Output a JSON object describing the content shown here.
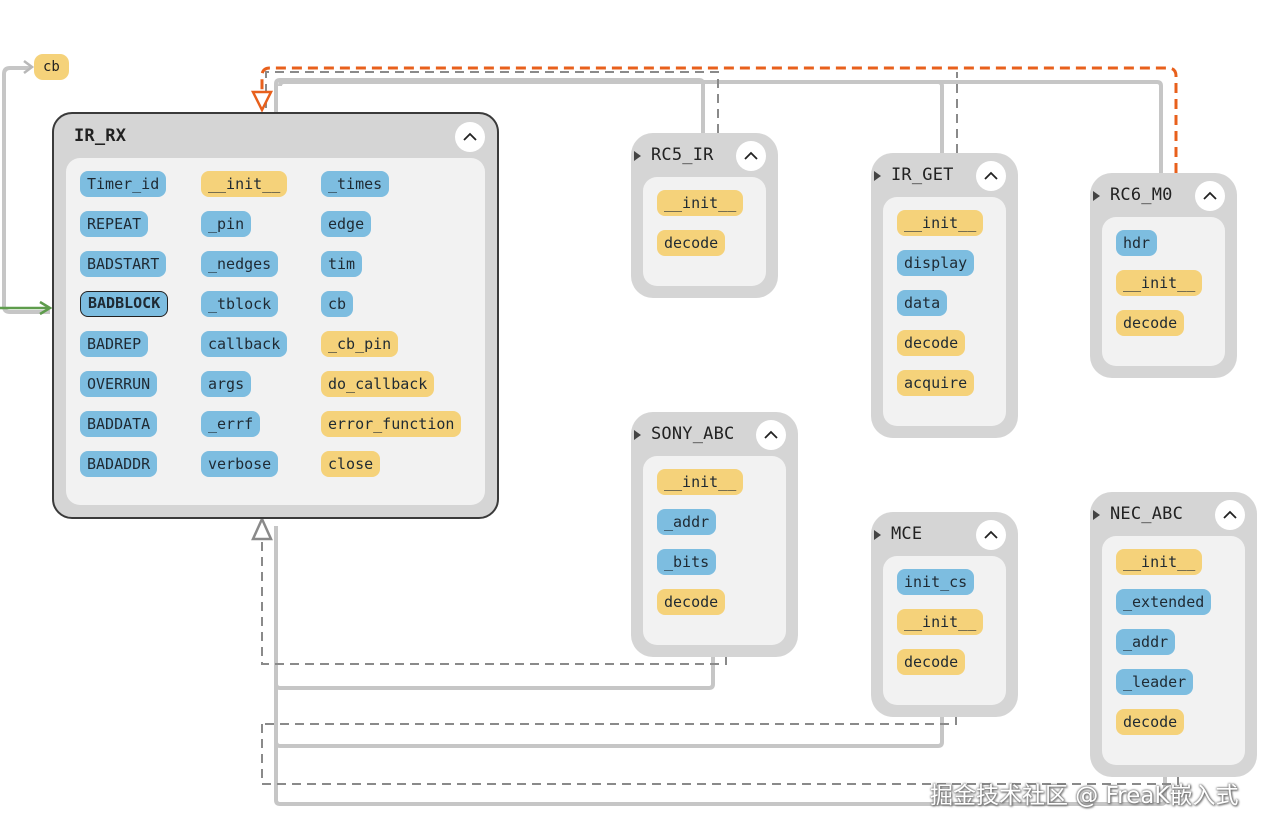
{
  "classes": [
    {
      "id": "ir_rx",
      "title": "IR_RX",
      "collapse_icon": "chevron-up-icon",
      "columns": [
        [
          {
            "label": "Timer_id",
            "kind": "attr"
          },
          {
            "label": "REPEAT",
            "kind": "attr"
          },
          {
            "label": "BADSTART",
            "kind": "attr"
          },
          {
            "label": "BADBLOCK",
            "kind": "attr",
            "selected": true
          },
          {
            "label": "BADREP",
            "kind": "attr"
          },
          {
            "label": "OVERRUN",
            "kind": "attr"
          },
          {
            "label": "BADDATA",
            "kind": "attr"
          },
          {
            "label": "BADADDR",
            "kind": "attr"
          }
        ],
        [
          {
            "label": "__init__",
            "kind": "meth"
          },
          {
            "label": "_pin",
            "kind": "attr"
          },
          {
            "label": "_nedges",
            "kind": "attr"
          },
          {
            "label": "_tblock",
            "kind": "attr"
          },
          {
            "label": "callback",
            "kind": "attr"
          },
          {
            "label": "args",
            "kind": "attr"
          },
          {
            "label": "_errf",
            "kind": "attr"
          },
          {
            "label": "verbose",
            "kind": "attr"
          }
        ],
        [
          {
            "label": "_times",
            "kind": "attr"
          },
          {
            "label": "edge",
            "kind": "attr"
          },
          {
            "label": "tim",
            "kind": "attr"
          },
          {
            "label": "cb",
            "kind": "attr"
          },
          {
            "label": "_cb_pin",
            "kind": "meth"
          },
          {
            "label": "do_callback",
            "kind": "meth"
          },
          {
            "label": "error_function",
            "kind": "meth"
          },
          {
            "label": "close",
            "kind": "meth"
          }
        ]
      ]
    },
    {
      "id": "rc5_ir",
      "title": "RC5_IR",
      "collapse_icon": "chevron-up-icon",
      "members": [
        {
          "label": "__init__",
          "kind": "meth"
        },
        {
          "label": "decode",
          "kind": "meth"
        }
      ]
    },
    {
      "id": "ir_get",
      "title": "IR_GET",
      "collapse_icon": "chevron-up-icon",
      "members": [
        {
          "label": "__init__",
          "kind": "meth"
        },
        {
          "label": "display",
          "kind": "attr"
        },
        {
          "label": "data",
          "kind": "attr"
        },
        {
          "label": "decode",
          "kind": "meth"
        },
        {
          "label": "acquire",
          "kind": "meth"
        }
      ]
    },
    {
      "id": "rc6_m0",
      "title": "RC6_M0",
      "collapse_icon": "chevron-up-icon",
      "members": [
        {
          "label": "hdr",
          "kind": "attr"
        },
        {
          "label": "__init__",
          "kind": "meth"
        },
        {
          "label": "decode",
          "kind": "meth"
        }
      ]
    },
    {
      "id": "sony_abc",
      "title": "SONY_ABC",
      "collapse_icon": "chevron-up-icon",
      "members": [
        {
          "label": "__init__",
          "kind": "meth"
        },
        {
          "label": "_addr",
          "kind": "attr"
        },
        {
          "label": "_bits",
          "kind": "attr"
        },
        {
          "label": "decode",
          "kind": "meth"
        }
      ]
    },
    {
      "id": "mce",
      "title": "MCE",
      "collapse_icon": "chevron-up-icon",
      "members": [
        {
          "label": "init_cs",
          "kind": "attr"
        },
        {
          "label": "__init__",
          "kind": "meth"
        },
        {
          "label": "decode",
          "kind": "meth"
        }
      ]
    },
    {
      "id": "nec_abc",
      "title": "NEC_ABC",
      "collapse_icon": "chevron-up-icon",
      "members": [
        {
          "label": "__init__",
          "kind": "meth"
        },
        {
          "label": "_extended",
          "kind": "attr"
        },
        {
          "label": "_addr",
          "kind": "attr"
        },
        {
          "label": "_leader",
          "kind": "attr"
        },
        {
          "label": "decode",
          "kind": "meth"
        }
      ]
    }
  ],
  "external_ref": {
    "label": "cb"
  },
  "colors": {
    "attribute": "#7dbde0",
    "method": "#f5d27a",
    "card": "#d5d5d5",
    "highlight_edge": "#e8601c",
    "edge": "#b8b8b8",
    "reference_edge": "#5e9c4c"
  },
  "watermark": "掘金技术社区 @ FreaK嵌入式"
}
